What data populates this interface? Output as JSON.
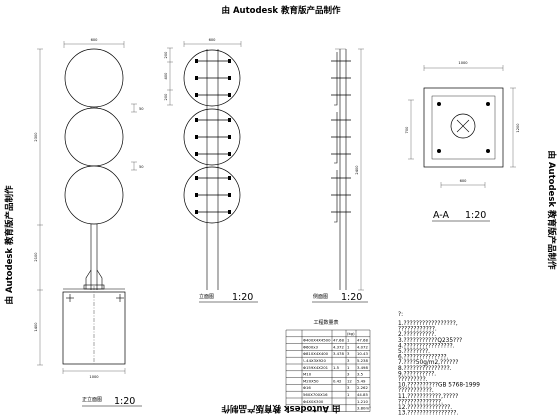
{
  "watermark": "由 Autodesk 教育版产品制作",
  "views": {
    "front": {
      "label": "正立面图",
      "scale": "1:20",
      "dims": {
        "width_top": "600",
        "total_height": "2300",
        "lower_height": "2100",
        "base_height": "1400",
        "base_width": "1000",
        "gap1": "50",
        "gap2": "50"
      }
    },
    "side": {
      "label": "立面图",
      "scale": "1:20",
      "dims": {
        "width_top": "600",
        "d1": "200",
        "d2": "400",
        "d3": "200"
      }
    },
    "section": {
      "label": "侧面图",
      "scale": "1:20",
      "dims": {
        "height": "2400"
      }
    },
    "plan": {
      "label": "A-A",
      "scale": "1:20",
      "dims": {
        "top": "1000",
        "left": "700",
        "right": "1200",
        "bottom": "600"
      }
    }
  },
  "table": {
    "title": "工程数量表",
    "headers": [
      "",
      "",
      "",
      "(kg)",
      ""
    ],
    "rows": [
      [
        "",
        "Φ400X4X4500",
        "47.68",
        "1",
        "47.68"
      ],
      [
        "",
        "Φ600x3",
        "4.372",
        "1",
        "4.072"
      ],
      [
        "",
        "Φ810X4X400",
        "3.478",
        "3",
        "10.43"
      ],
      [
        "",
        "∟44X3X920",
        "",
        "3",
        "5.238"
      ],
      [
        "",
        "Φ159X4X201",
        "1.5",
        "1",
        "3.498"
      ],
      [
        "",
        "M10",
        "",
        "3",
        "3.5"
      ],
      [
        "",
        "M20X50",
        "0.42",
        "12",
        "5.49"
      ],
      [
        "",
        "Φ16",
        "",
        "3",
        "2.262"
      ],
      [
        "",
        "560X700X16",
        "",
        "1",
        "44.85"
      ],
      [
        "",
        "Φ4X0X300",
        "",
        "",
        "1.210"
      ],
      [
        "",
        "",
        "",
        "",
        "3.80m³"
      ]
    ]
  },
  "notes": {
    "heading": "?:",
    "items": [
      "1.?????????????????,",
      "  ????????????.",
      "2.??????????.",
      "3.???????????Q235???",
      "4.????????????????.",
      "5.????????.",
      "6.??????????????.",
      "7.????50g/m2,??????",
      "8.???????????????.",
      "9.??????????.",
      "  ?????????.",
      "10.??????????GB       5768-1999",
      "  ???????????.",
      "11.???????????,?????",
      "  ??????????????.",
      "12.??????????????.",
      "13.????????????????."
    ]
  }
}
